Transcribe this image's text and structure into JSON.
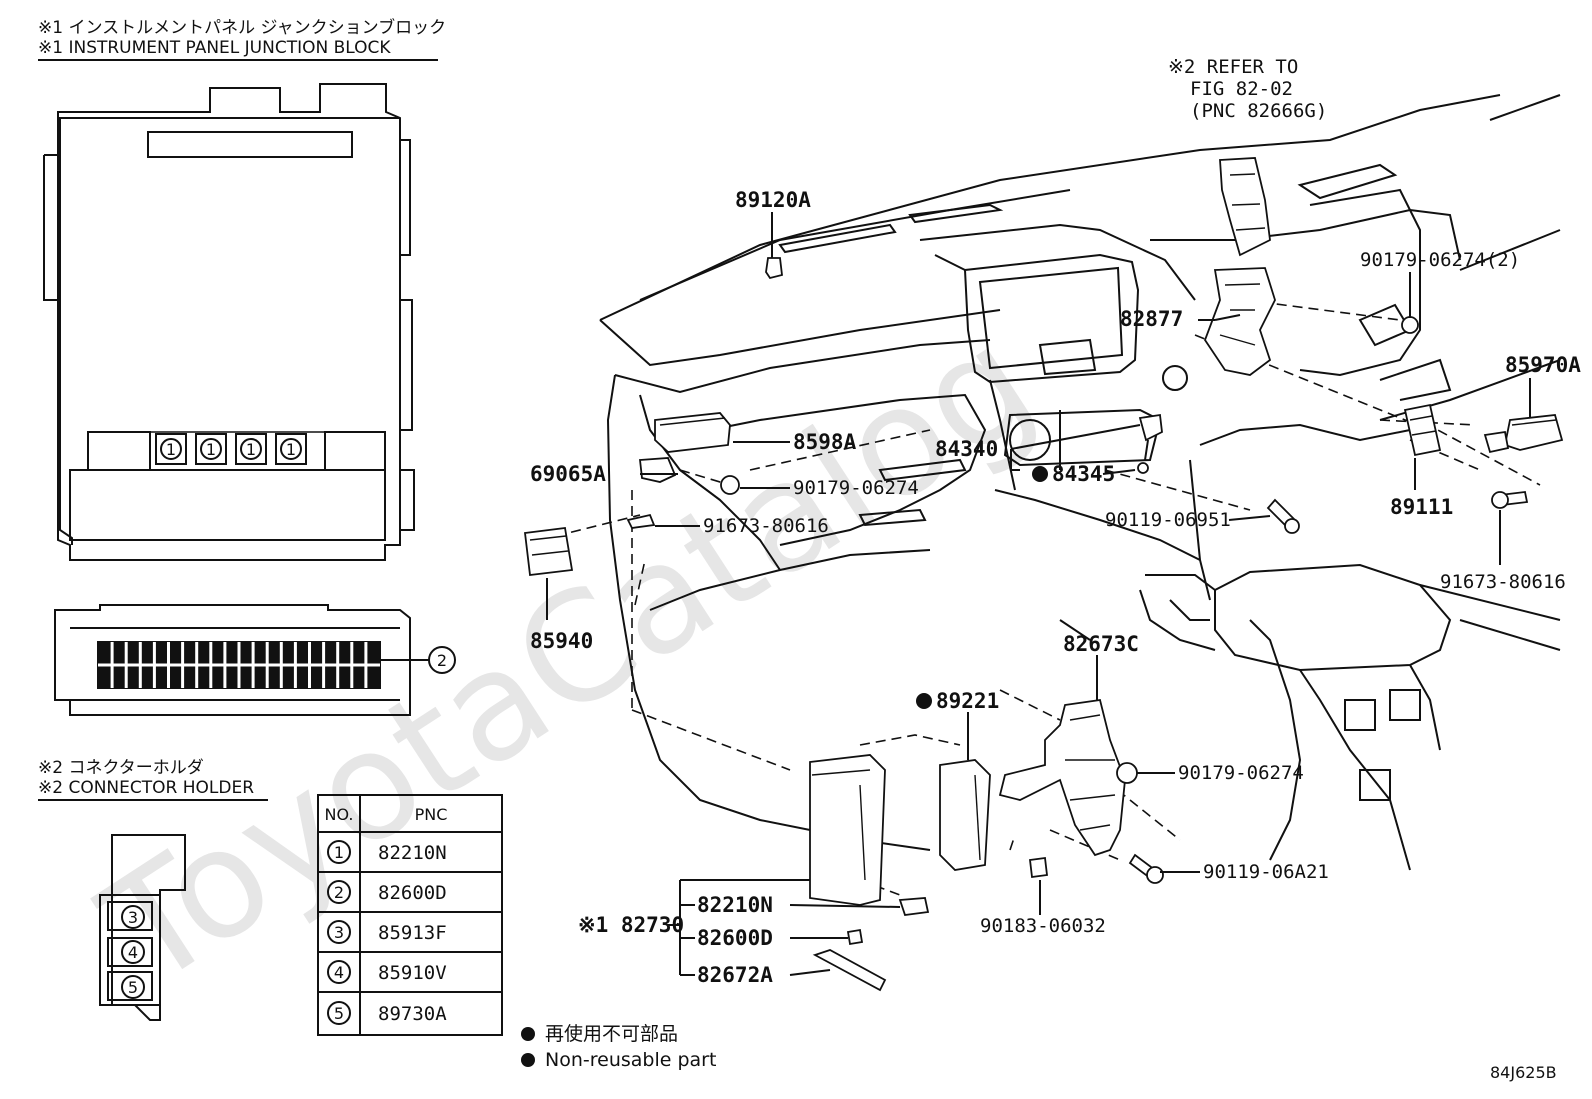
{
  "watermark": "ToyotaCatalog",
  "junction_block": {
    "title_jp": "※1 インストルメントパネル ジャンクションブロック",
    "title_en": "※1 INSTRUMENT PANEL JUNCTION BLOCK",
    "fuse_marker": "1",
    "connector_marker": "2"
  },
  "connector_holder": {
    "title_jp": "※2 コネクターホルダ",
    "title_en": "※2 CONNECTOR HOLDER",
    "markers": [
      "3",
      "4",
      "5"
    ]
  },
  "pnc_table": {
    "headers": [
      "NO.",
      "PNC"
    ],
    "rows": [
      {
        "no": "1",
        "pnc": "82210N"
      },
      {
        "no": "2",
        "pnc": "82600D"
      },
      {
        "no": "3",
        "pnc": "85913F"
      },
      {
        "no": "4",
        "pnc": "85910V"
      },
      {
        "no": "5",
        "pnc": "89730A"
      }
    ]
  },
  "refer": {
    "line1": "※2 REFER TO",
    "line2": "FIG 82-02",
    "line3": "(PNC 82666G)"
  },
  "callouts": {
    "p89120A": "89120A",
    "p82877": "82877",
    "p90179_06274_2": "90179-06274(2)",
    "p85970A": "85970A",
    "p8598A": "8598A",
    "p84340": "84340",
    "p84345": "84345",
    "p69065A": "69065A",
    "p90179_06274_a": "90179-06274",
    "p91673_80616_a": "91673-80616",
    "p90119_06951": "90119-06951",
    "p89111": "89111",
    "p91673_80616_b": "91673-80616",
    "p85940": "85940",
    "p82673C": "82673C",
    "p89221": "89221",
    "p90179_06274_b": "90179-06274",
    "p90119_06A21": "90119-06A21",
    "p90183_06032": "90183-06032",
    "p82730": "※1 82730",
    "p82210N": "82210N",
    "p82600D": "82600D",
    "p82672A": "82672A"
  },
  "legend": {
    "jp": "再使用不可部品",
    "en": "Non-reusable part"
  },
  "figure_code": "84J625B"
}
